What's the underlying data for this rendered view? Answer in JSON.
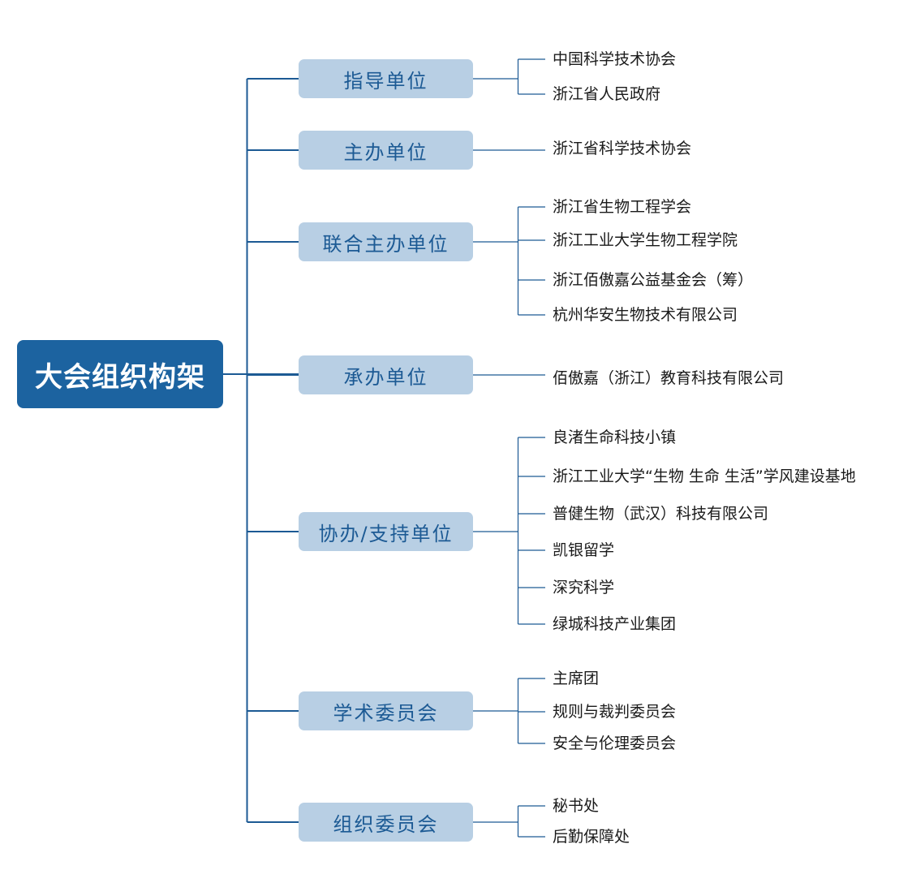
{
  "root": {
    "label": "大会组织构架"
  },
  "colors": {
    "root_bg": "#1c63a0",
    "category_bg": "#b8cfe4",
    "category_text": "#1c5a94",
    "line": "#1c5a94"
  },
  "categories": [
    {
      "label": "指导单位",
      "items": [
        "中国科学技术协会",
        "浙江省人民政府"
      ]
    },
    {
      "label": "主办单位",
      "items": [
        "浙江省科学技术协会"
      ]
    },
    {
      "label": "联合主办单位",
      "items": [
        "浙江省生物工程学会",
        "浙江工业大学生物工程学院",
        "浙江佰傲嘉公益基金会（筹）",
        "杭州华安生物技术有限公司"
      ]
    },
    {
      "label": "承办单位",
      "items": [
        "佰傲嘉（浙江）教育科技有限公司"
      ]
    },
    {
      "label": "协办/支持单位",
      "items": [
        "良渚生命科技小镇",
        "浙江工业大学“生物 生命 生活”学风建设基地",
        "普健生物（武汉）科技有限公司",
        "凯银留学",
        "深究科学",
        "绿城科技产业集团"
      ]
    },
    {
      "label": "学术委员会",
      "items": [
        "主席团",
        "规则与裁判委员会",
        "安全与伦理委员会"
      ]
    },
    {
      "label": "组织委员会",
      "items": [
        "秘书处",
        "后勤保障处"
      ]
    }
  ]
}
